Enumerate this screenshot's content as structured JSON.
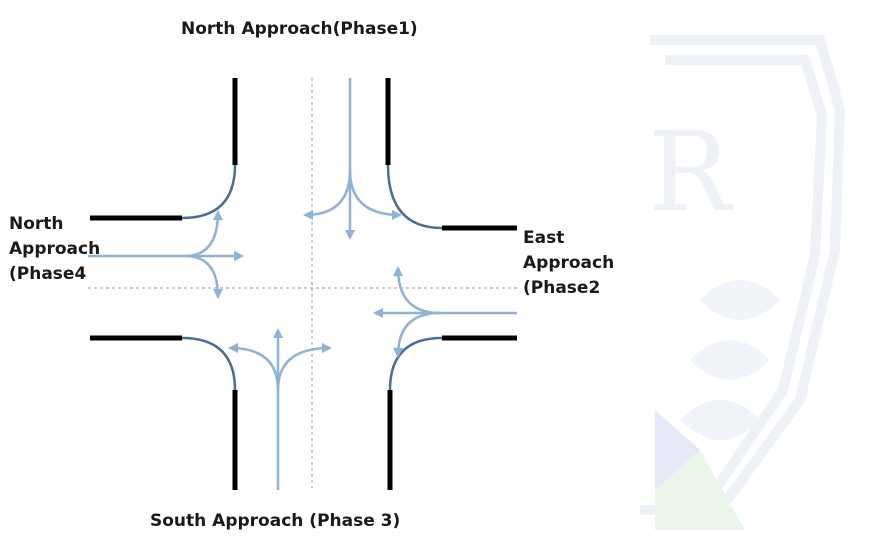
{
  "labels": {
    "north_top": "North Approach(Phase1)",
    "south_bottom": "South Approach (Phase 3)",
    "west_lines": [
      "North",
      "Approach",
      "(Phase4"
    ],
    "east_lines": [
      "East",
      "Approach",
      "(Phase2"
    ]
  },
  "colors": {
    "curb": "#000000",
    "curb_corner": "#4a6f95",
    "movement": "#8fb3d6",
    "centerline": "#9a9a9a",
    "watermark": "#eef1f5"
  }
}
